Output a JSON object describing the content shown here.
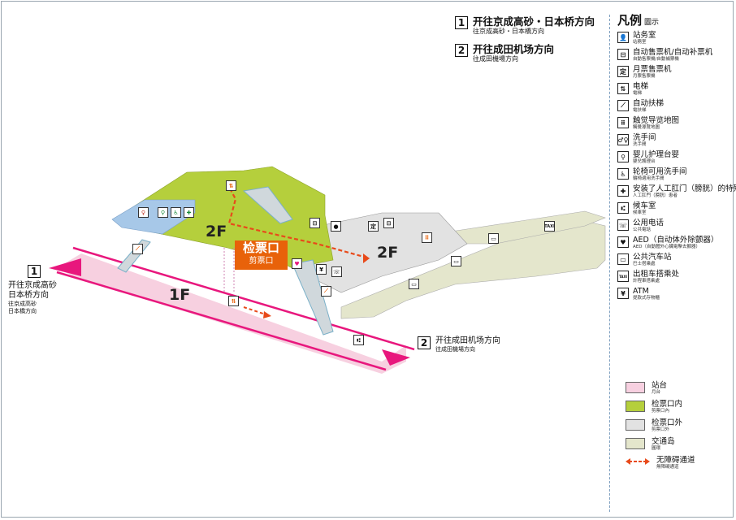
{
  "directions": {
    "top1": {
      "num": "1",
      "zh": "开往京成高砂・日本桥方向",
      "tw": "往京成高砂・日本橋方向"
    },
    "top2": {
      "num": "2",
      "zh": "开往成田机场方向",
      "tw": "往成田機場方向"
    },
    "left": {
      "num": "1",
      "zh1": "开往京成高砂",
      "zh2": "日本桥方向",
      "tw1": "往京成高砂",
      "tw2": "日本橋方向"
    },
    "right": {
      "num": "2",
      "zh": "开往成田机场方向",
      "tw": "往成田機場方向"
    }
  },
  "map": {
    "floor_2f_left": "2F",
    "floor_2f_right": "2F",
    "floor_1f": "1F",
    "gate_zh": "检票口",
    "gate_tw": "剪票口"
  },
  "legend": {
    "title": "凡例",
    "title_sub": "圖示",
    "items": [
      {
        "icon": "station-office-icon",
        "glyph": "👤",
        "label": "站务室",
        "sub": "站務室"
      },
      {
        "icon": "ticket-machine-icon",
        "glyph": "⊟",
        "label": "自动售票机/自动补票机",
        "sub": "自動售票機/自動補票機"
      },
      {
        "icon": "pass-ticket-machine-icon",
        "glyph": "定",
        "label": "月票售票机",
        "sub": "月票售票機"
      },
      {
        "icon": "elevator-icon",
        "glyph": "⇅",
        "label": "电梯",
        "sub": "電梯"
      },
      {
        "icon": "escalator-icon",
        "glyph": "⟋",
        "label": "自动扶梯",
        "sub": "電扶梯"
      },
      {
        "icon": "tactile-map-icon",
        "glyph": "⠿",
        "label": "触觉导览地图",
        "sub": "觸覺導覽地圖"
      },
      {
        "icon": "restroom-icon",
        "glyph": "♂♀",
        "label": "洗手间",
        "sub": "洗手間"
      },
      {
        "icon": "baby-care-icon",
        "glyph": "⚲",
        "label": "婴儿护理台婴",
        "sub": "嬰兒護理台"
      },
      {
        "icon": "wheelchair-restroom-icon",
        "glyph": "♿",
        "label": "轮椅可用洗手间",
        "sub": "輪椅適用洗手間"
      },
      {
        "icon": "ostomate-icon",
        "glyph": "✚",
        "label": "安装了人工肛门（膀胱）的特殊人群",
        "sub": "人工肛門（膀胱）患者"
      },
      {
        "icon": "waiting-room-icon",
        "glyph": "⑆",
        "label": "候车室",
        "sub": "候車室"
      },
      {
        "icon": "public-phone-icon",
        "glyph": "☏",
        "label": "公用电话",
        "sub": "公共電話"
      },
      {
        "icon": "aed-icon",
        "glyph": "♥",
        "label": "AED（自动体外除颤器）",
        "sub": "AED（自動體外心臟電擊去顫器）"
      },
      {
        "icon": "bus-stop-icon",
        "glyph": "▭",
        "label": "公共汽车站",
        "sub": "巴士搭乘處"
      },
      {
        "icon": "taxi-stand-icon",
        "glyph": "TAXI",
        "label": "出租车搭乘处",
        "sub": "計程車搭乘處"
      },
      {
        "icon": "atm-icon",
        "glyph": "¥",
        "label": "ATM",
        "sub": "提款式存物櫃"
      }
    ],
    "areas": [
      {
        "label": "站台",
        "sub": "月台",
        "color": "#f7d0e0"
      },
      {
        "label": "检票口内",
        "sub": "剪票口內",
        "color": "#b5cf3c"
      },
      {
        "label": "检票口外",
        "sub": "剪票口外",
        "color": "#e2e2e2"
      },
      {
        "label": "交通岛",
        "sub": "圓環",
        "color": "#e4e6cc"
      }
    ],
    "barrier_free": {
      "label": "无障碍通道",
      "sub": "無障礙通道"
    }
  },
  "colors": {
    "platform": "#f7d0e0",
    "platform_edge": "#e8177d",
    "inside_gate": "#b5cf3c",
    "outside_gate": "#e2e2e2",
    "traffic_island": "#e4e6cc",
    "restroom_area": "#a7c8e8",
    "accent_orange": "#e8620a",
    "route_dash": "#e84a1a"
  }
}
